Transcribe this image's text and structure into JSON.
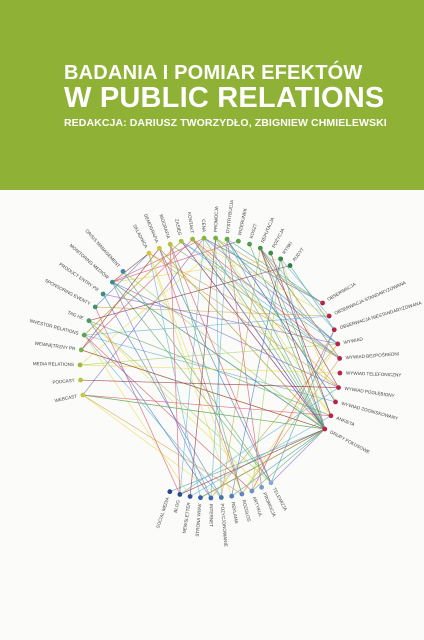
{
  "cover": {
    "title_line1": "BADANIA I POMIAR EFEKTÓW",
    "title_line2": "W PUBLIC RELATIONS",
    "editors": "REDAKCJA: DARIUSZ TWORZYDŁO, ZBIGNIEW CHMIELEWSKI",
    "band_color": "#8fb236"
  },
  "diagram": {
    "top_labels": [
      "SKŁADNICA",
      "DEMOGRAFIA",
      "BIOGRAFIA",
      "ZASIĘG",
      "KONTAKT",
      "CENA",
      "PROMOCJA",
      "DYSTRYBUCJA",
      "WIZERUNEK",
      "KOSZT",
      "REPUTACJA",
      "POZYCJA",
      "RYNKI",
      "AUDYT"
    ],
    "right_labels": [
      "OBSERWACJA",
      "OBSERWACJA STANDARYZOWANA",
      "OBSERWACJA NIESTANDARYZOWANA",
      "WYWIAD",
      "WYWIAD BEZPOŚREDNI",
      "WYWIAD TELEFONICZNY",
      "WYWIAD POGŁĘBIONY",
      "WYWIAD ZOGNISKOWANY",
      "ANKIETA",
      "GRUPY FOKUSOWE"
    ],
    "left_labels": [
      "WEBCAST",
      "PODCAST",
      "MEDIA RELATIONS",
      "WEWNĘTRZNY PR",
      "INVESTOR RELATIONS",
      "TAG HE",
      "SPONSORING EVENTY",
      "PRODUCT ENTRY PR",
      "MONITORING MEDIÓW",
      "CRISIS MANAGEMENT"
    ],
    "bottom_labels": [
      "TELEWIZJA",
      "PROMOCJA",
      "ARTYKUŁ",
      "ROZGŁOS",
      "REKLAMA",
      "POZYCJONOWANIE",
      "INTERNET",
      "STRONA WWW",
      "NEWSLETTER",
      "BLOG",
      "SOCIAL MEDIA"
    ]
  }
}
